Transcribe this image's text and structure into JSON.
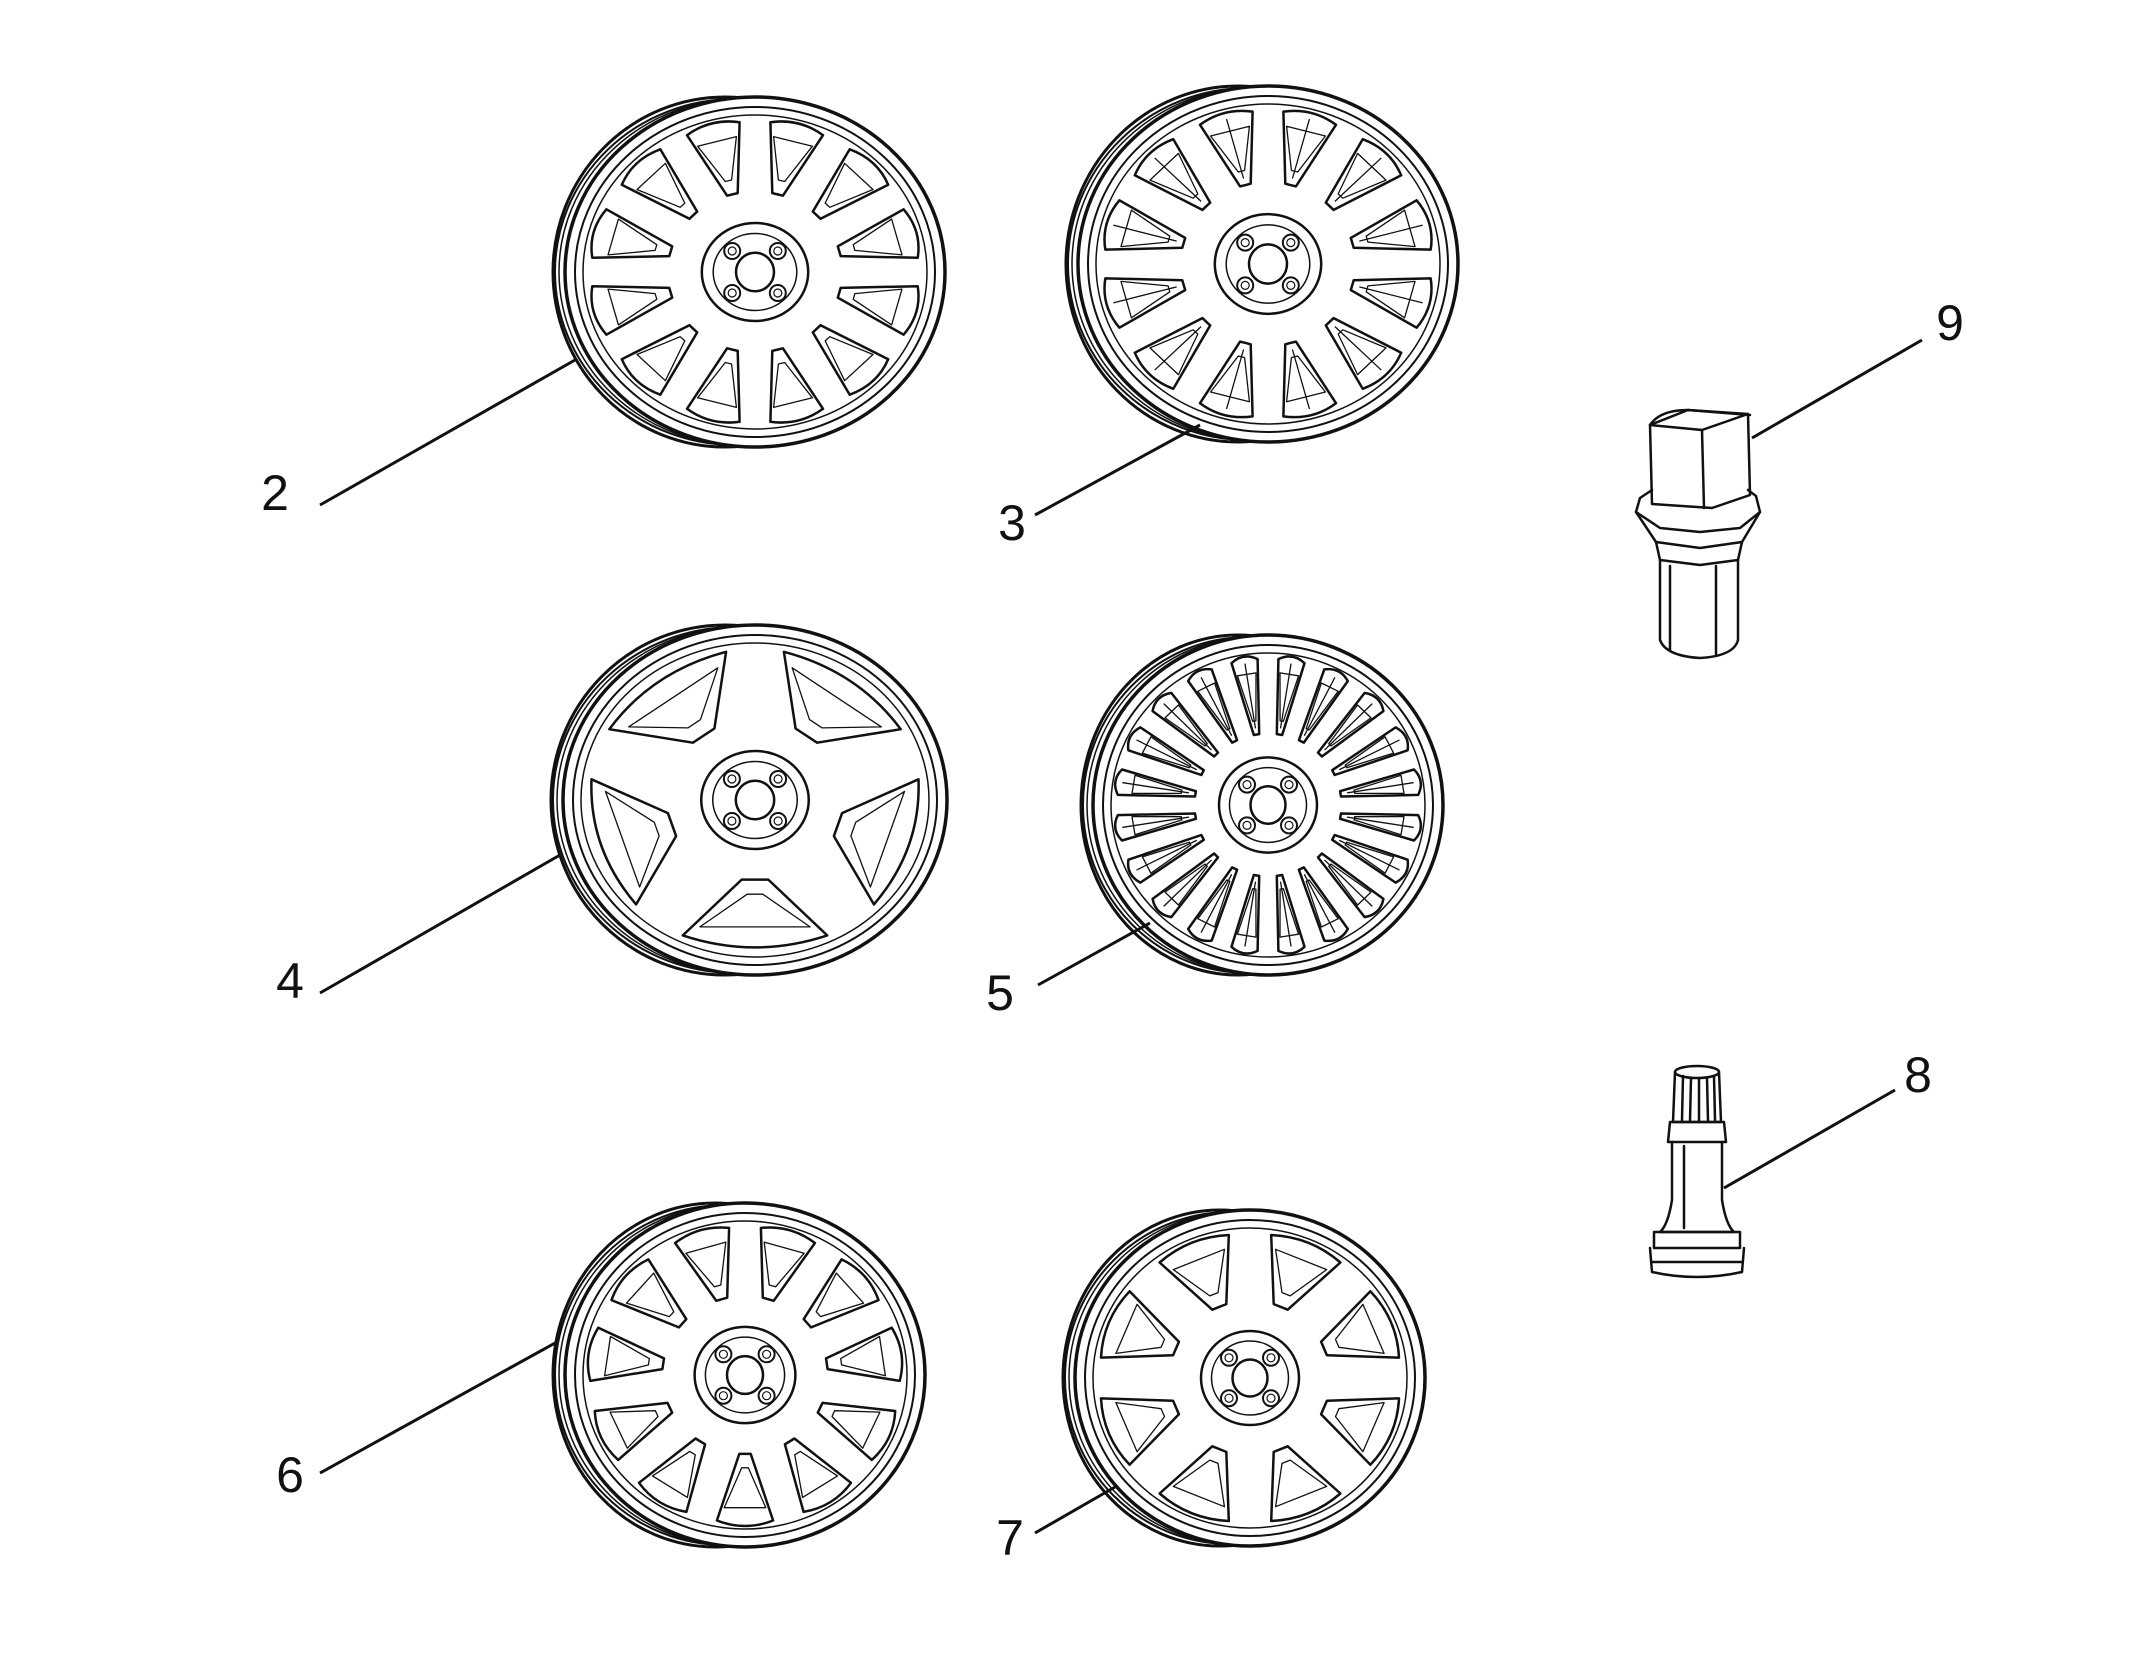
{
  "colors": {
    "ink": "#111111",
    "background": "#ffffff"
  },
  "parts": [
    {
      "id": "2",
      "kind": "alloy-wheel",
      "icon": "wheel-12-spoke-icon"
    },
    {
      "id": "3",
      "kind": "alloy-wheel",
      "icon": "wheel-petal-icon"
    },
    {
      "id": "4",
      "kind": "alloy-wheel",
      "icon": "wheel-5-double-spoke-icon"
    },
    {
      "id": "5",
      "kind": "alloy-wheel",
      "icon": "wheel-multi-spoke-icon"
    },
    {
      "id": "6",
      "kind": "alloy-wheel",
      "icon": "wheel-11-spoke-icon"
    },
    {
      "id": "7",
      "kind": "alloy-wheel",
      "icon": "wheel-windowed-icon"
    },
    {
      "id": "8",
      "kind": "tire-valve",
      "icon": "tire-valve-icon"
    },
    {
      "id": "9",
      "kind": "wheel-bolt",
      "icon": "wheel-bolt-icon"
    }
  ]
}
